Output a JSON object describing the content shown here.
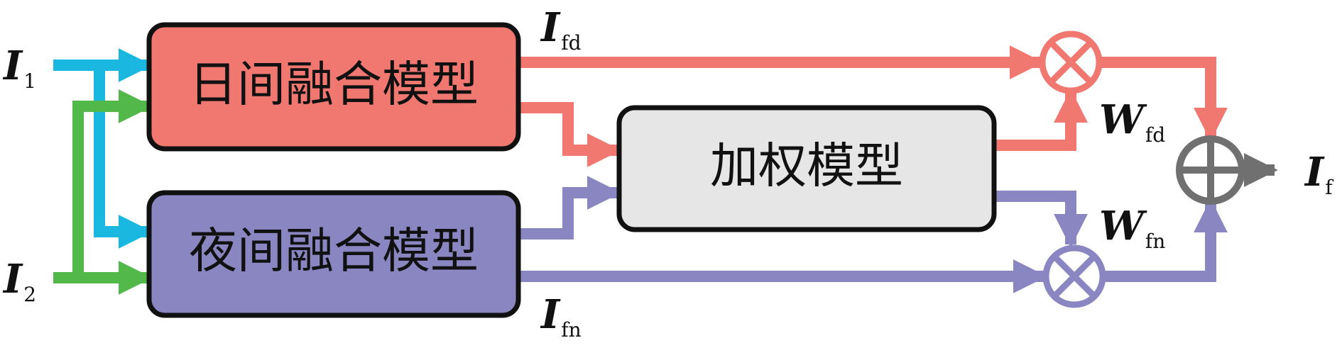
{
  "colors": {
    "day": "#f07870",
    "night": "#8a86c2",
    "weight_box": "#e6e6e6",
    "input1": "#1ab8e0",
    "input2": "#52b84a",
    "output": "#707070",
    "border": "#111111"
  },
  "boxes": {
    "day_model": "日间融合模型",
    "night_model": "夜间融合模型",
    "weight_model": "加权模型"
  },
  "labels": {
    "input1": {
      "main": "I",
      "sub": "1"
    },
    "input2": {
      "main": "I",
      "sub": "2"
    },
    "i_fd": {
      "main": "I",
      "sub": "fd"
    },
    "i_fn": {
      "main": "I",
      "sub": "fn"
    },
    "w_fd": {
      "main": "W",
      "sub": "fd"
    },
    "w_fn": {
      "main": "W",
      "sub": "fn"
    },
    "output": {
      "main": "I",
      "sub": "f"
    }
  },
  "operators": {
    "multiply": "⊗",
    "add": "⊕"
  }
}
